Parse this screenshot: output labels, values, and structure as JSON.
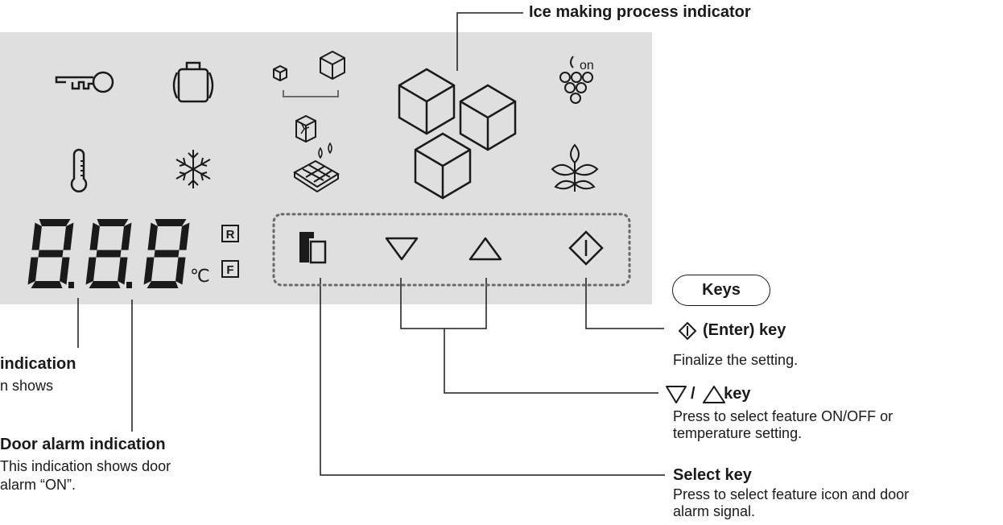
{
  "title": "Ice making process indicator",
  "panel": {
    "icons": [
      "key-icon",
      "suitcase-icon",
      "small-large-cube-icon",
      "cube-sparkle-icon",
      "ice-cubes-icon",
      "grape-icon",
      "thermometer-icon",
      "snowflake-icon",
      "chocolate-drop-icon",
      "leaf-plant-icon"
    ],
    "grape_on_text": "on",
    "display_digits": "8.8.8",
    "temp_unit": "℃",
    "unit_r": "R",
    "unit_f": "F",
    "keys": [
      "select-key-icon",
      "down-triangle-icon",
      "up-triangle-icon",
      "enter-diamond-icon"
    ],
    "colors": {
      "panel": "#dfdfdf",
      "ink": "#1a1a1a"
    }
  },
  "keys_badge": "Keys",
  "callouts": {
    "enter": {
      "title": "(Enter) key",
      "desc": "Finalize the setting."
    },
    "updown": {
      "title": "/ ",
      "title_suffix": "key",
      "desc": [
        "Press to select feature ON/OFF or",
        "temperature setting."
      ]
    },
    "select": {
      "title": "Select key",
      "desc": [
        "Press to select feature icon and door",
        "alarm signal."
      ]
    },
    "temp": {
      "title": "indication",
      "desc": [
        "n shows"
      ]
    },
    "door": {
      "title": "Door alarm indication",
      "desc": [
        "This indication shows door",
        "alarm “ON”."
      ]
    }
  }
}
